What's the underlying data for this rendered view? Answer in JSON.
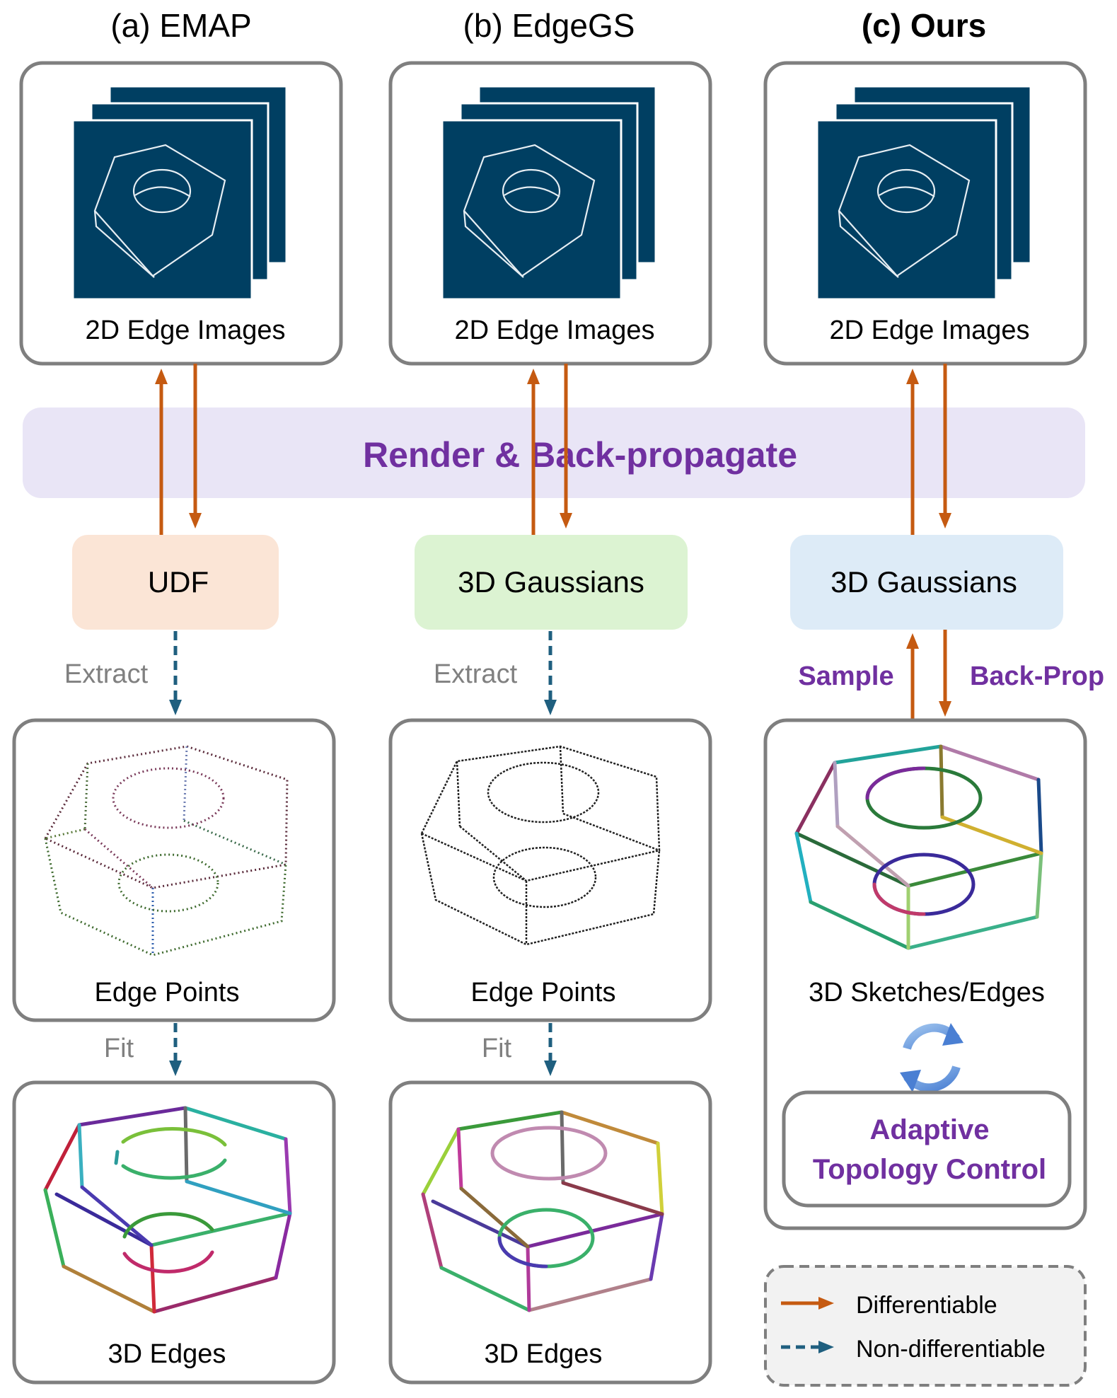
{
  "columns": {
    "a": {
      "title": "(a) EMAP",
      "images_label": "2D Edge Images",
      "rep_label": "UDF",
      "extract_label": "Extract",
      "points_label": "Edge Points",
      "fit_label": "Fit",
      "edges_label": "3D Edges"
    },
    "b": {
      "title": "(b) EdgeGS",
      "images_label": "2D Edge Images",
      "rep_label": "3D Gaussians",
      "extract_label": "Extract",
      "points_label": "Edge Points",
      "fit_label": "Fit",
      "edges_label": "3D Edges"
    },
    "c": {
      "title": "(c) Ours",
      "images_label": "2D Edge Images",
      "rep_label": "3D Gaussians",
      "sample_label": "Sample",
      "backprop_label": "Back-Prop",
      "sketch_label": "3D Sketches/Edges",
      "atc_line1": "Adaptive",
      "atc_line2": "Topology Control"
    }
  },
  "banner": {
    "label": "Render & Back-propagate"
  },
  "legend": {
    "differentiable": "Differentiable",
    "non_differentiable": "Non-differentiable"
  },
  "colors": {
    "image_bg": "#003f62",
    "differentiable_arrow": "#c55a11",
    "non_differentiable_arrow": "#1f5f7f",
    "banner_bg": "#e9e5f6",
    "purple_text": "#7030a0",
    "udf_bg": "#fbe5d6",
    "gauss_b_bg": "#dcf3d2",
    "gauss_c_bg": "#ddebf7",
    "box_stroke": "#7f7f7f",
    "step_label_gray": "#808080"
  }
}
